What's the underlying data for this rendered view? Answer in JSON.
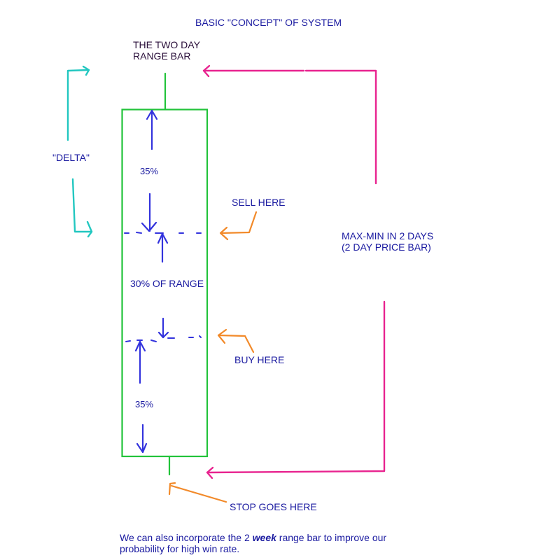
{
  "diagram": {
    "title": "BASIC \"CONCEPT\" OF SYSTEM",
    "range_bar_label": {
      "line1": "THE TWO DAY",
      "line2": "RANGE BAR"
    },
    "delta_label": "\"DELTA\"",
    "zones": {
      "upper_pct": "35%",
      "middle_pct": "30% OF RANGE",
      "lower_pct": "35%"
    },
    "sell_label": "SELL HERE",
    "buy_label": "BUY HERE",
    "stop_label": "STOP GOES HERE",
    "max_min_label": {
      "line1": "MAX-MIN IN 2 DAYS",
      "line2": "(2 DAY PRICE BAR)"
    },
    "note": {
      "before": "We can also incorporate the 2 ",
      "emphasis": "week",
      "after": " range bar to improve our probability for high win rate."
    },
    "colors": {
      "bar": "#22c33a",
      "zone_arrows": "#3333dd",
      "delta_bracket": "#22c7c0",
      "range_bracket": "#e8238f",
      "pointer_arrows": "#f28a2a",
      "text": "#1a1aa0"
    }
  }
}
